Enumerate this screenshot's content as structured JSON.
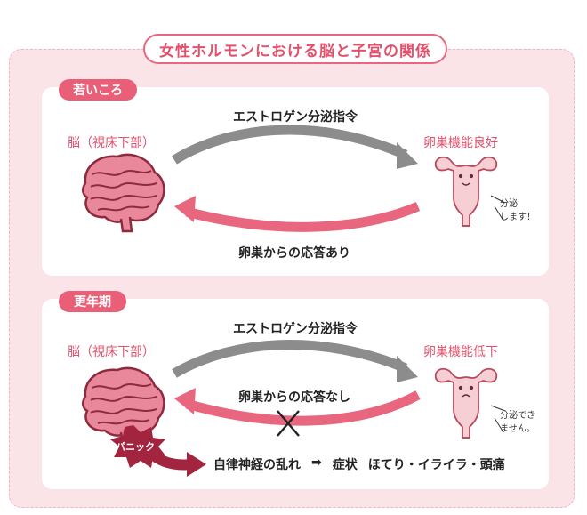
{
  "title": "女性ホルモンにおける脳と子宮の関係",
  "young": {
    "tag": "若いころ",
    "brain": "脳（視床下部）",
    "ovary": "卵巣機能良好",
    "command": "エストロゲン分泌指令",
    "response": "卵巣からの応答あり",
    "secretion_line1": "分泌",
    "secretion_line2": "します！"
  },
  "menopause": {
    "tag": "更年期",
    "brain": "脳（視床下部）",
    "ovary": "卵巣機能低下",
    "command": "エストロゲン分泌指令",
    "response": "卵巣からの応答なし",
    "secretion_line1": "分泌でき",
    "secretion_line2": "ません。",
    "panic": "パニック",
    "result_cause": "自律神経の乱れ",
    "result_arrow": "➡",
    "result_label": "症状",
    "result_symptoms": "ほてり・イライラ・頭痛"
  },
  "colors": {
    "accent": "#e3506b",
    "arrow_gray": "#8c8c8c",
    "arrow_pink": "#e8667e",
    "panic_red": "#a3243f",
    "background_pink": "#fbe4e7",
    "brain_pink": "#e8889a"
  },
  "icons": [
    "brain-icon",
    "uterus-icon",
    "cross-icon",
    "panic-burst-icon"
  ]
}
